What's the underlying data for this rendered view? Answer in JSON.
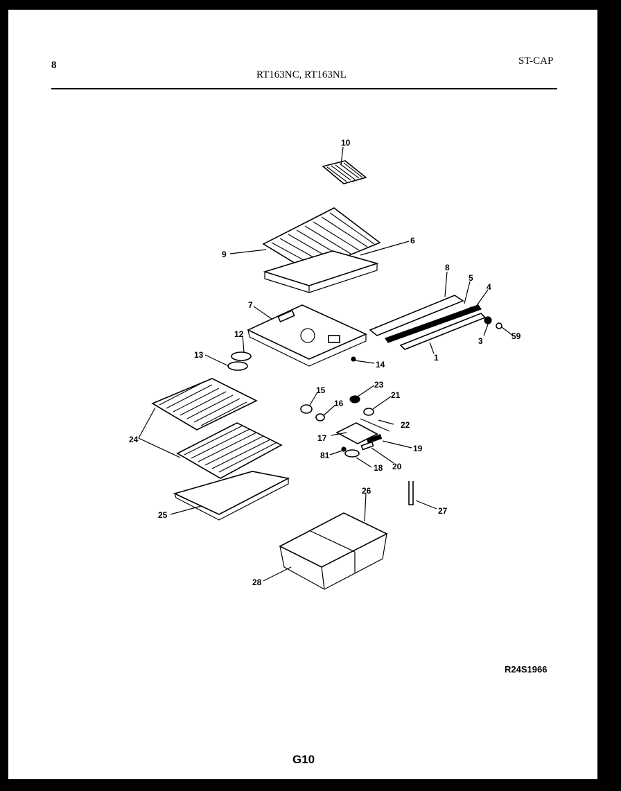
{
  "header": {
    "page_number": "8",
    "model_numbers": "RT163NC, RT163NL",
    "variant_code": "ST-CAP"
  },
  "callouts": [
    "10",
    "9",
    "6",
    "8",
    "5",
    "4",
    "7",
    "3",
    "59",
    "12",
    "1",
    "13",
    "14",
    "15",
    "23",
    "16",
    "21",
    "22",
    "24",
    "17",
    "19",
    "81",
    "20",
    "18",
    "26",
    "25",
    "27",
    "28"
  ],
  "footer": {
    "reference_code": "R24S1966",
    "page_code": "G10"
  }
}
